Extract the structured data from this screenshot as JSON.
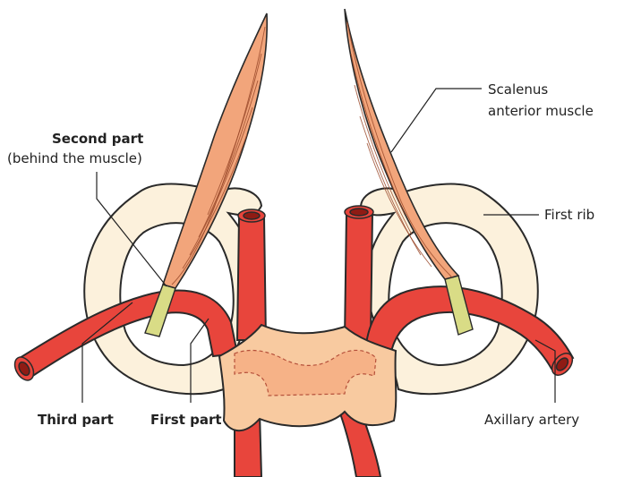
{
  "labels": {
    "second_part_title": "Second part",
    "second_part_note": "(behind the muscle)",
    "scalenus_line1": "Scalenus",
    "scalenus_line2": "anterior muscle",
    "first_rib": "First rib",
    "third_part": "Third part",
    "first_part": "First part",
    "axillary_artery": "Axillary artery"
  },
  "colors": {
    "artery": "#e8453c",
    "muscle": "#f2a57b",
    "tendon": "#d9dc86",
    "rib": "#fcf1dc",
    "manubrium": "#f8caa0"
  }
}
